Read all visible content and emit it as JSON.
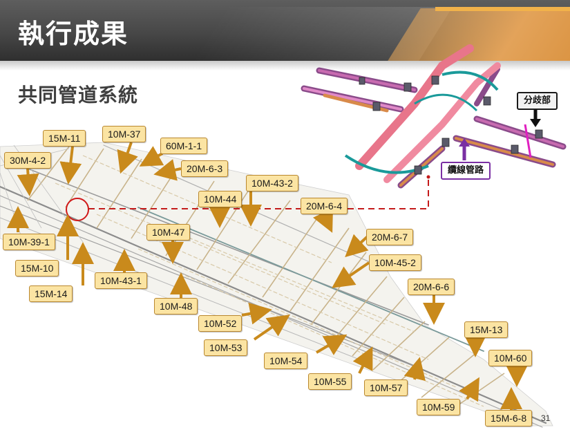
{
  "header": {
    "title": "執行成果",
    "accent_color": "#e3a35a"
  },
  "section": {
    "title": "共同管道系統"
  },
  "inset": {
    "branch_label": "分歧部",
    "cable_label": "纜線管路"
  },
  "road_labels": [
    "15M-11",
    "10M-37",
    "60M-1-1",
    "30M-4-2",
    "20M-6-3",
    "10M-43-2",
    "10M-44",
    "20M-6-4",
    "10M-39-1",
    "10M-47",
    "20M-6-7",
    "15M-10",
    "10M-45-2",
    "10M-43-1",
    "15M-14",
    "20M-6-6",
    "10M-48",
    "10M-52",
    "15M-13",
    "10M-53",
    "10M-60",
    "10M-54",
    "10M-55",
    "10M-57",
    "10M-59",
    "15M-6-8"
  ],
  "page_number": "31",
  "colors": {
    "label_fill": "#fbe4a3",
    "arrow": "#c98a1c",
    "highlight_circle": "#d01818",
    "dashed_link": "#c41a1a",
    "cable_marker": "#7a2fa3"
  }
}
